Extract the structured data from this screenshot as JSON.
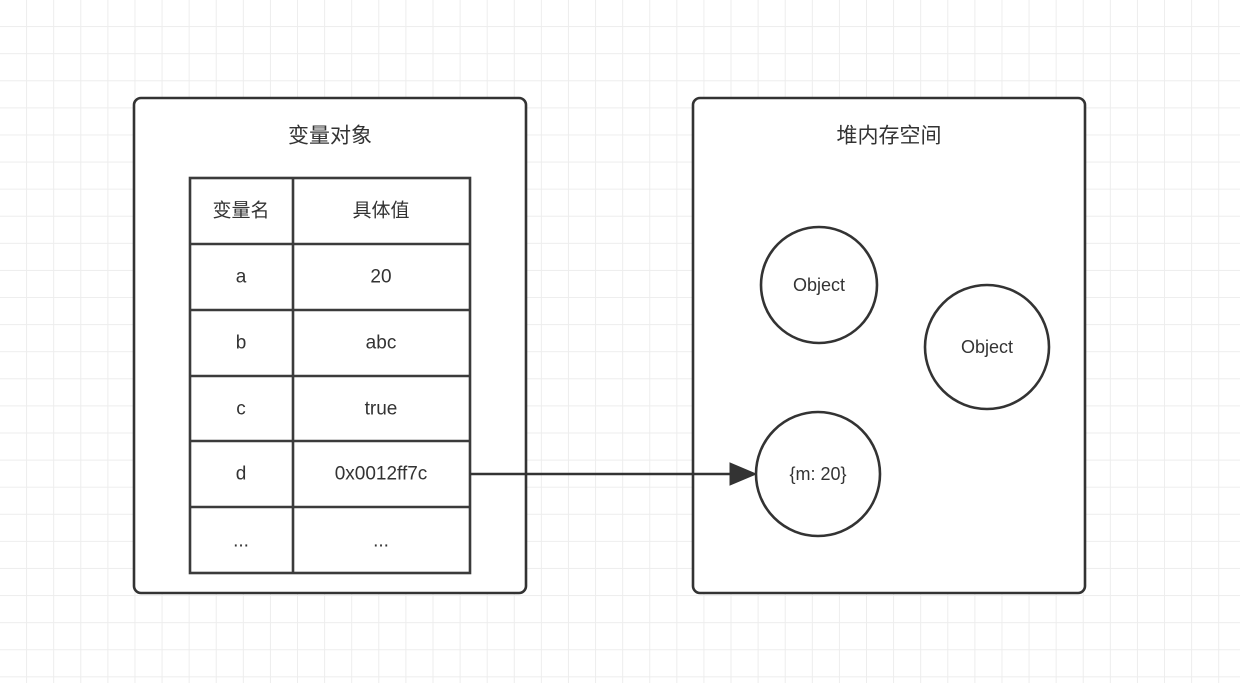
{
  "diagram": {
    "title": "",
    "background": {
      "grid": true,
      "grid_color": "#ededed",
      "page_color": "#ffffff"
    },
    "stroke_color": "#333333",
    "text_color": "#333333"
  },
  "left_panel": {
    "title": "变量对象",
    "table": {
      "headers": [
        "变量名",
        "具体值"
      ],
      "rows": [
        {
          "name": "a",
          "value": "20"
        },
        {
          "name": "b",
          "value": "abc"
        },
        {
          "name": "c",
          "value": "true"
        },
        {
          "name": "d",
          "value": "0x0012ff7c"
        },
        {
          "name": "...",
          "value": "..."
        }
      ]
    }
  },
  "right_panel": {
    "title": "堆内存空间",
    "objects": [
      {
        "label": "Object"
      },
      {
        "label": "Object"
      },
      {
        "label": "{m: 20}"
      }
    ]
  },
  "connector": {
    "from": "变量对象 table row d value 0x0012ff7c",
    "to": "堆内存空间 object {m: 20}",
    "arrowhead": "filled-triangle"
  }
}
